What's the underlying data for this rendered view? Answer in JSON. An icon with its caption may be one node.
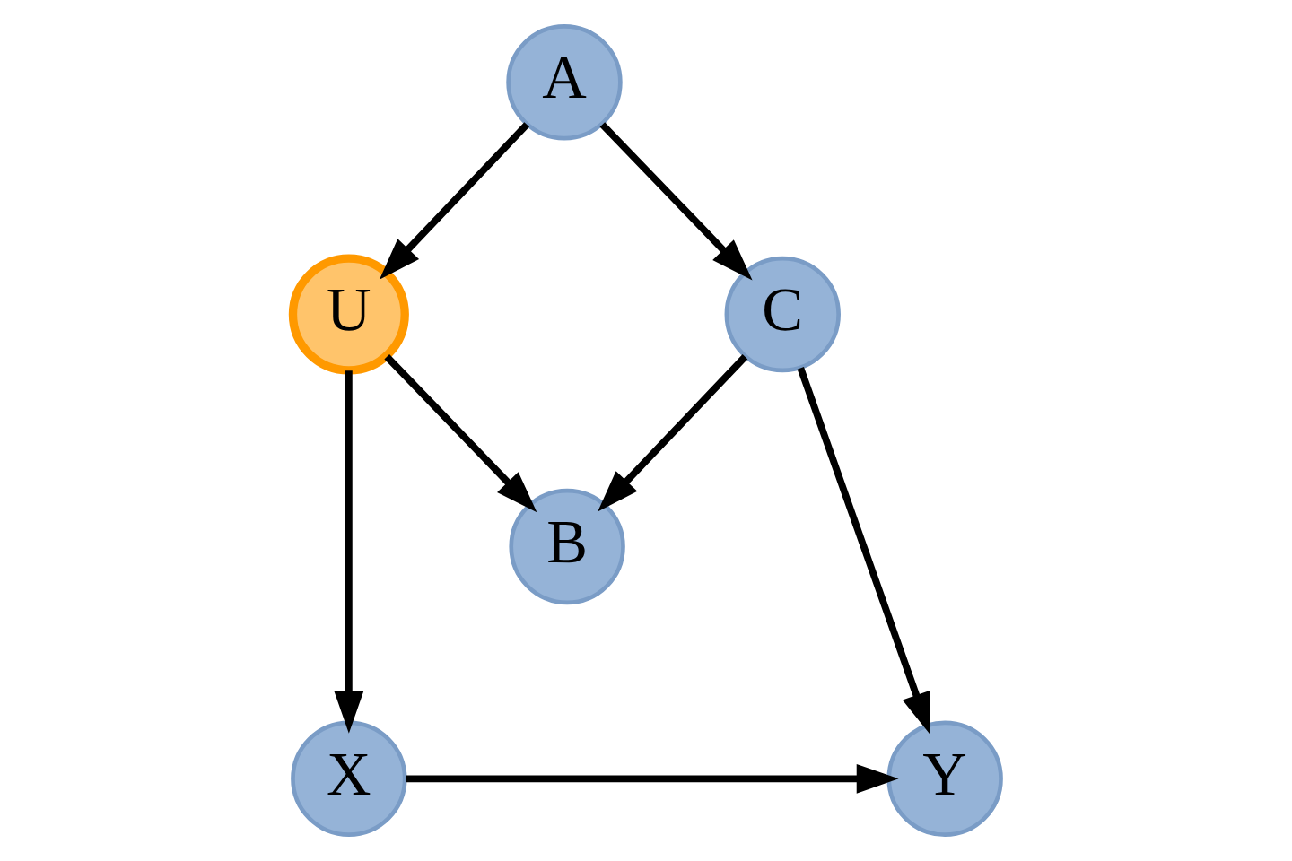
{
  "diagram": {
    "nodes": [
      {
        "text": [
          "A"
        ]
      },
      {
        "text": [
          "U"
        ]
      },
      {
        "text": [
          "C"
        ]
      },
      {
        "text": [
          "B"
        ]
      },
      {
        "text": [
          "X"
        ]
      },
      {
        "text": [
          "Y"
        ]
      }
    ],
    "edges": [
      {
        "from": 0,
        "to": 1,
        "arrow": "to"
      },
      {
        "from": 0,
        "to": 2,
        "arrow": "to"
      },
      {
        "from": 1,
        "to": 3,
        "arrow": "to"
      },
      {
        "from": 2,
        "to": 3,
        "arrow": "to"
      },
      {
        "from": 1,
        "to": 4,
        "arrow": "to"
      },
      {
        "from": 2,
        "to": 5,
        "arrow": "to"
      },
      {
        "from": 4,
        "to": 5,
        "arrow": "to"
      }
    ]
  }
}
